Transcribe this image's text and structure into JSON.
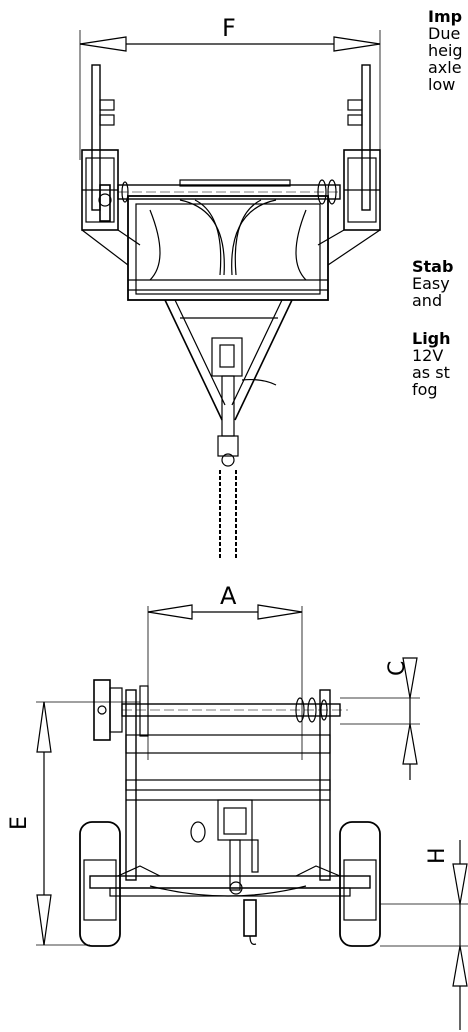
{
  "dimensions": {
    "a": "A",
    "c": "C",
    "e": "E",
    "f": "F",
    "h": "H"
  },
  "features": [
    {
      "heading": "Imp",
      "lines": [
        "Due",
        "heig",
        "axle",
        "low"
      ]
    },
    {
      "heading": "Stab",
      "lines": [
        "Easy",
        "and"
      ]
    },
    {
      "heading": "Ligh",
      "lines": [
        "12V",
        "as st",
        "fog"
      ]
    }
  ],
  "colors": {
    "ink": "#000000",
    "paper": "#ffffff"
  }
}
